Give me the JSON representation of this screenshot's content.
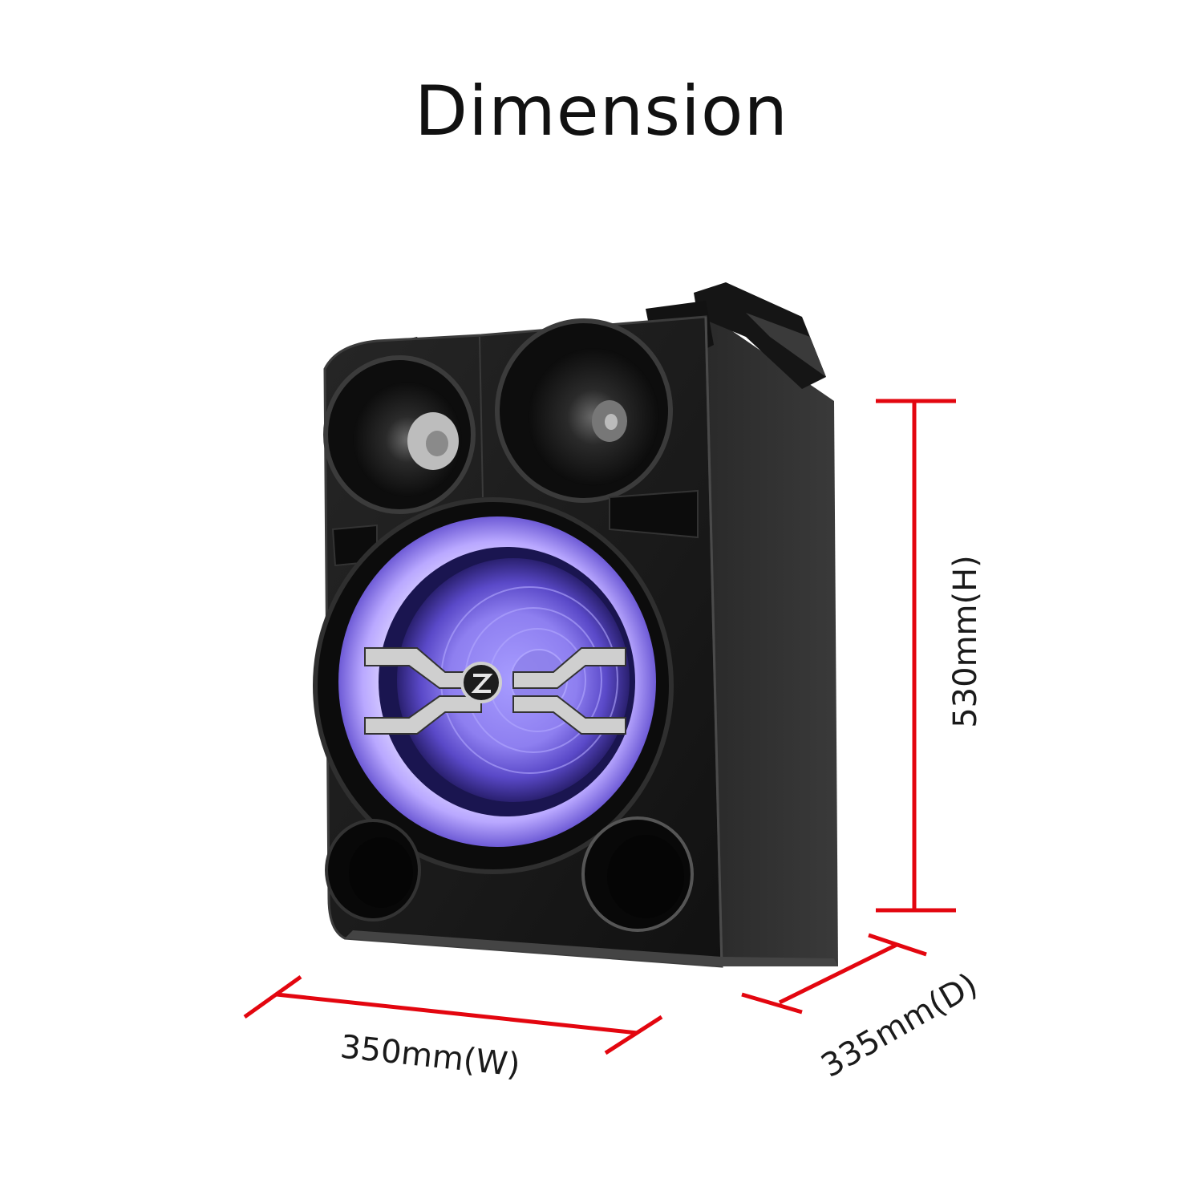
{
  "page_title": "Dimension",
  "dimensions": {
    "height": "530mm(H)",
    "width": "350mm(W)",
    "depth": "335mm(D)"
  },
  "colors": {
    "dimension_line": "#e3060f",
    "speaker_body": "#1b1b1b",
    "light_ring": "#c7b7ff"
  },
  "product_icon": "party-speaker-image"
}
